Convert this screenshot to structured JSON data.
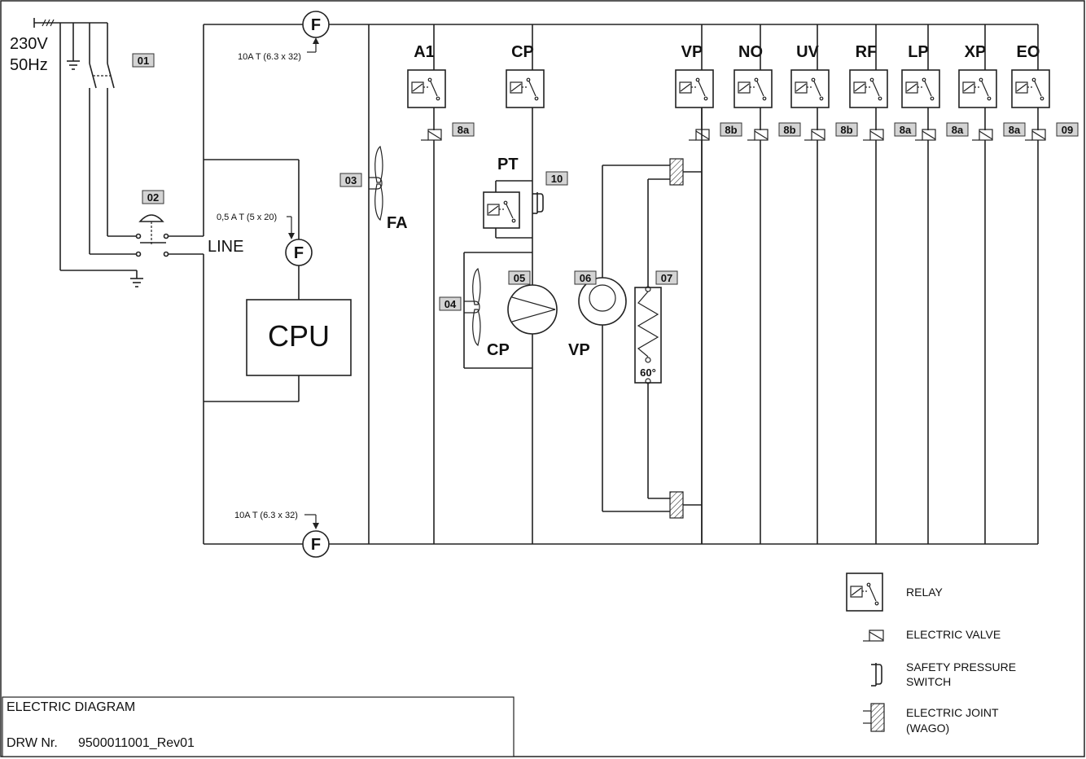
{
  "supply": {
    "voltage": "230V",
    "frequency": "50Hz"
  },
  "fuses": {
    "symbol": "F",
    "top_rating": "10A T (6.3 x 32)",
    "cpu_rating": "0,5 A T (5 x 20)",
    "bottom_rating": "10A T (6.3 x 32)"
  },
  "labels": {
    "line": "LINE",
    "cpu": "CPU",
    "pt": "PT",
    "fan": "FA",
    "compressor": "CP",
    "vacuum_pump": "VP",
    "thermostat": "60°"
  },
  "tags": {
    "t01": "01",
    "t02": "02",
    "t03": "03",
    "t04": "04",
    "t05": "05",
    "t06": "06",
    "t07": "07",
    "t09": "09",
    "t10": "10"
  },
  "relays": [
    {
      "name": "A1",
      "valve": "8a"
    },
    {
      "name": "CP",
      "valve": ""
    },
    {
      "name": "VP",
      "valve": "8b"
    },
    {
      "name": "NO",
      "valve": "8b"
    },
    {
      "name": "UV",
      "valve": "8b"
    },
    {
      "name": "RF",
      "valve": "8a"
    },
    {
      "name": "LP",
      "valve": "8a"
    },
    {
      "name": "XP",
      "valve": "8a"
    },
    {
      "name": "EO",
      "valve": "09"
    }
  ],
  "legend": {
    "relay": "RELAY",
    "electric_valve": "ELECTRIC VALVE",
    "pressure_switch_line1": "SAFETY PRESSURE",
    "pressure_switch_line2": "SWITCH",
    "joint_line1": "ELECTRIC JOINT",
    "joint_line2": "(WAGO)"
  },
  "title_block": {
    "title": "ELECTRIC DIAGRAM",
    "drawing_label": "DRW Nr.",
    "drawing_number": "9500011001_Rev01"
  }
}
